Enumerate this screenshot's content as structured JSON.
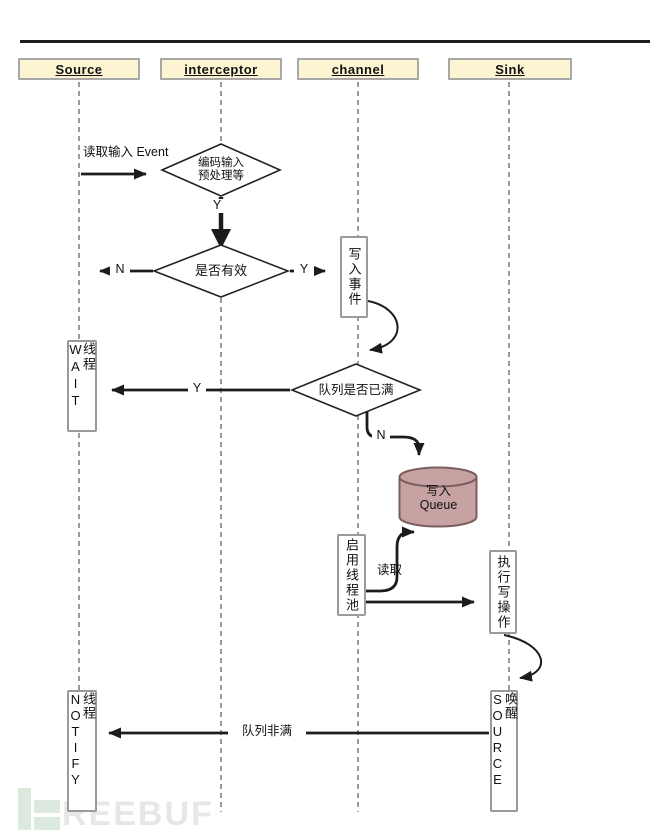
{
  "headers": [
    {
      "label": "Source"
    },
    {
      "label": "interceptor"
    },
    {
      "label": "channel"
    },
    {
      "label": "Sink"
    }
  ],
  "labels": {
    "read_input_event": "读取输入 Event",
    "y": "Y",
    "n": "N",
    "read": "读取",
    "queue_not_full": "队列非满"
  },
  "diamonds": {
    "encode": {
      "line1": "编码输入",
      "line2": "预处理等"
    },
    "is_valid": "是否有效",
    "queue_full": "队列是否已满"
  },
  "activations": {
    "write_event": "写入事件",
    "thread_wait": "线程WAIT",
    "start_thread_pool": "启用线程池",
    "exec_write": "执行写操作",
    "wake_source": "唤醒SOURCE",
    "thread_notify": "线程NOTIFY"
  },
  "cylinder": {
    "line1": "写入",
    "line2": "Queue"
  },
  "watermark": {
    "text": "REEBUF",
    "icon": "freebuf-logo"
  },
  "colors": {
    "header_fill": "#fdf5d2",
    "header_border": "#a8a8a8",
    "activation_border": "#9a9a9a",
    "lifeline": "#9a9a9a",
    "line": "#1c1c1c",
    "cylinder_fill": "#c6a2a2",
    "cylinder_border": "#7c5c5c",
    "watermark_green": "#dce9df",
    "watermark_gray": "#e7e7e7"
  }
}
